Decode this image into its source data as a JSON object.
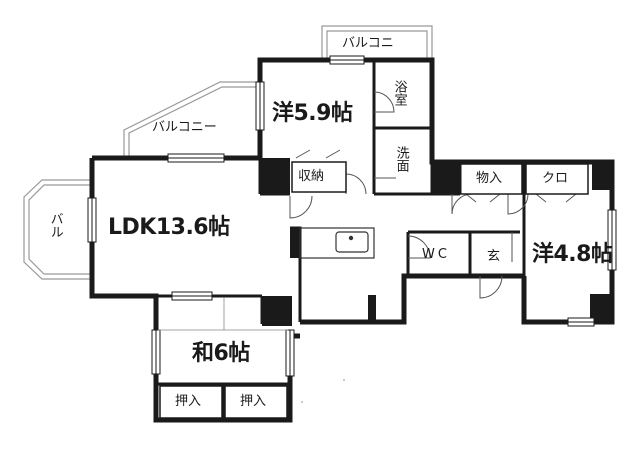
{
  "rooms": {
    "ldk": "LDK13.6帖",
    "western_north": "洋5.9帖",
    "western_east": "洋4.8帖",
    "japanese": "和6帖"
  },
  "areas": {
    "balcony_top": "バルコニ",
    "balcony_main": "バルコニー",
    "balcony_side": "バル",
    "bath": "浴室",
    "washroom": "洗面",
    "storage_north": "収納",
    "storage_hall": "物入",
    "closet": "クロ",
    "wc": "WC",
    "entrance": "玄",
    "oshiire_left": "押入",
    "oshiire_right": "押入"
  }
}
